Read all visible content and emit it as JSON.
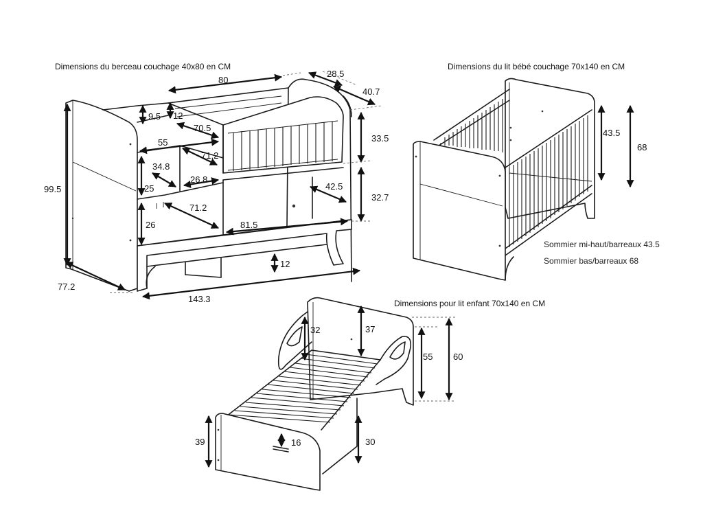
{
  "titles": {
    "berceau": "Dimensions du berceau couchage 40x80 en CM",
    "lit_bebe": "Dimensions du lit bébé couchage 70x140 en CM",
    "lit_enfant": "Dimensions pour lit enfant 70x140 en CM"
  },
  "berceau": {
    "d80": "80",
    "d28_5": "28.5",
    "d40_7": "40.7",
    "d9_5": "9.5",
    "d12a": "12",
    "d70_5": "70.5",
    "d55": "55",
    "d71_2a": "71.2",
    "d33_5": "33.5",
    "d34_8": "34.8",
    "d25": "25",
    "d26_8": "26.8",
    "d42_5": "42.5",
    "d99_5": "99.5",
    "d32_7": "32.7",
    "d71_2b": "71.2",
    "d26": "26",
    "d81_5": "81.5",
    "d12b": "12",
    "d77_2": "77.2",
    "d143_3": "143.3"
  },
  "lit_bebe": {
    "d43_5": "43.5",
    "d68": "68",
    "note1": "Sommier mi-haut/barreaux 43.5",
    "note2": "Sommier bas/barreaux 68"
  },
  "lit_enfant": {
    "d32": "32",
    "d37": "37",
    "d55": "55",
    "d60": "60",
    "d39": "39",
    "d16": "16",
    "d30": "30"
  }
}
